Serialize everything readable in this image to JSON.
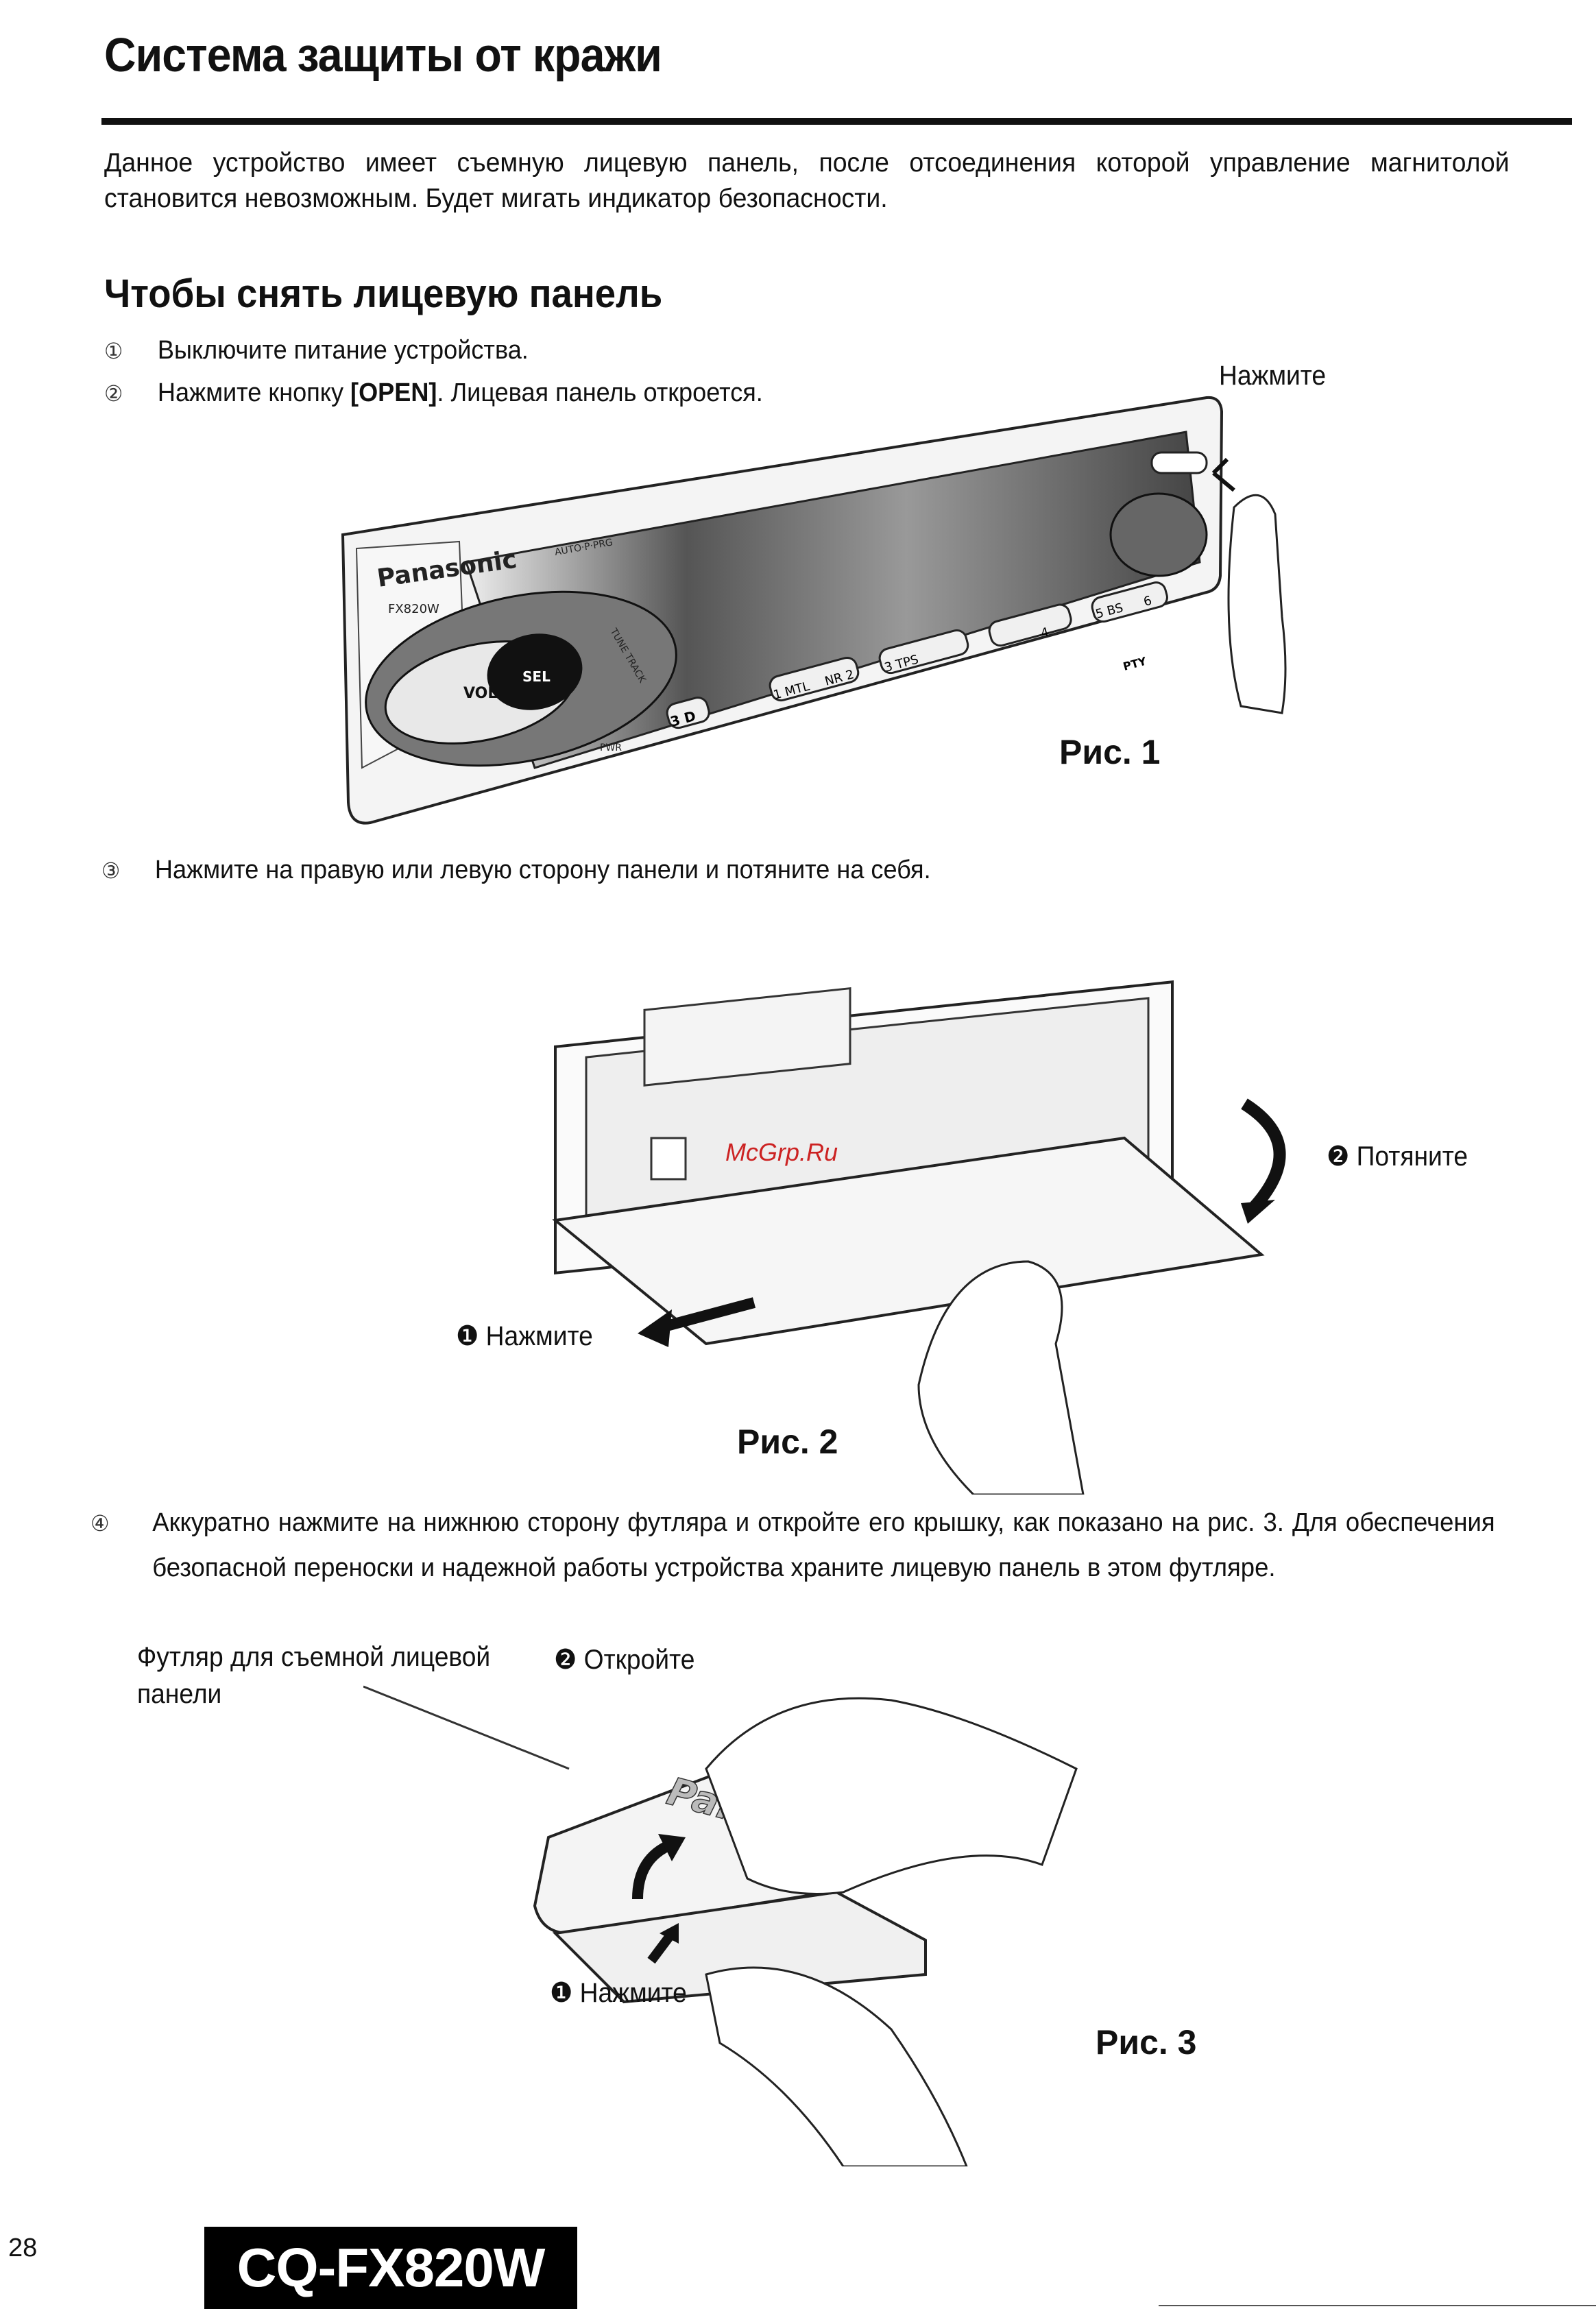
{
  "page": {
    "title": "Система защиты от кражи",
    "intro": "Данное устройство имеет съемную лицевую панель, после отсоединения которой управление магнитолой становится невозможным. Будет мигать индикатор безопасности.",
    "section_title": "Чтобы снять лицевую панель",
    "steps": [
      {
        "num": "①",
        "text": "Выключите питание устройства."
      },
      {
        "num": "②",
        "text_before": "Нажмите кнопку ",
        "text_bold": "[OPEN]",
        "text_after": ". Лицевая панель откроется."
      },
      {
        "num": "③",
        "text": "Нажмите на правую или левую сторону панели и потяните на себя."
      },
      {
        "num": "④",
        "text": "Аккуратно нажмите на нижнюю сторону футляра и откройте его крышку, как показано на рис. 3. Для обеспечения безопасной переноски и надежной работы устройства храните лицевую панель в этом футляре."
      }
    ],
    "watermark": "McGrp.Ru"
  },
  "figures": {
    "fig1": {
      "caption": "Рис. 1",
      "label_press": "Нажмите",
      "panel_text": {
        "brand": "Panasonic",
        "model": "FX820W",
        "vol": "VOL",
        "sel": "SEL",
        "auto": "AUTO·P·PRG",
        "tune": "TUNE TRACK",
        "pwr": "PWR",
        "buttons": [
          "3 D",
          "1 MTL",
          "NR 2",
          "3 TPS",
          "4",
          "5 BS",
          "6",
          "PTY"
        ]
      }
    },
    "fig2": {
      "caption": "Рис. 2",
      "label_press": "❶ Нажмите",
      "label_pull": "❷ Потяните"
    },
    "fig3": {
      "caption": "Рис. 3",
      "label_case": [
        "Футляр для съемной лицевой",
        "панели"
      ],
      "label_open": "❷ Откройте",
      "label_press": "❶ Нажмите",
      "case_brand": "Panasonic"
    }
  },
  "footer": {
    "page_number": "28",
    "model": "CQ-FX820W"
  }
}
